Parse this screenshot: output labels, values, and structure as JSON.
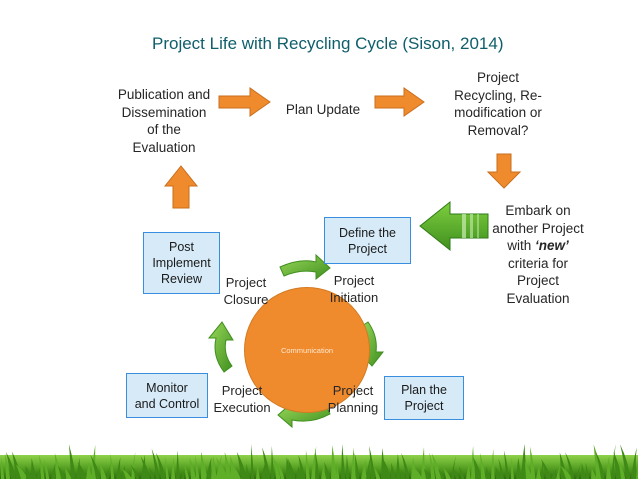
{
  "title": "Project Life with Recycling Cycle (Sison, 2014)",
  "top_flow": {
    "publication": [
      "Publication and",
      "Dissemination",
      "of the",
      "Evaluation"
    ],
    "plan_update": "Plan Update",
    "recycling": [
      "Project",
      "Recycling, Re-",
      "modification or",
      "Removal?"
    ],
    "embark": [
      "Embark on",
      "another Project",
      "with ",
      "‘new’",
      " criteria for",
      "Project",
      "Evaluation"
    ]
  },
  "cycle": {
    "center": "Communication",
    "stages": {
      "initiation": [
        "Project",
        "Initiation"
      ],
      "planning": [
        "Project",
        "Planning"
      ],
      "execution": [
        "Project",
        "Execution"
      ],
      "closure": [
        "Project",
        "Closure"
      ]
    },
    "boxes": {
      "define": [
        "Define the",
        "Project"
      ],
      "plan": [
        "Plan the",
        "Project"
      ],
      "monitor": [
        "Monitor",
        "and Control"
      ],
      "post": [
        "Post",
        "Implement",
        "Review"
      ]
    }
  },
  "colors": {
    "title": "#0e5e6b",
    "orange_arrow": "#ef8b2c",
    "green_arrow": "#5aa82a",
    "box_fill": "#d6eaf8",
    "box_border": "#3a8ee0",
    "circle": "#ef8b2c",
    "grass": "#4f9a1e"
  }
}
